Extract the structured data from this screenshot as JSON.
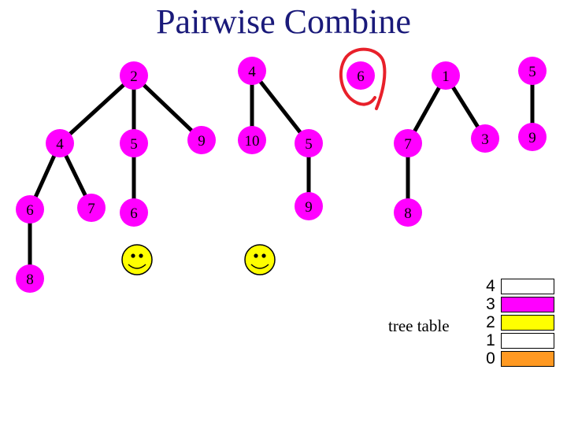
{
  "title": "Pairwise Combine",
  "colors": {
    "node": "#ff00ff",
    "edge": "#000000",
    "highlight": "#e8202a",
    "smiley": "#ffff00"
  },
  "nodes": [
    {
      "id": "t1-root",
      "label": "2"
    },
    {
      "id": "t1-a",
      "label": "4"
    },
    {
      "id": "t1-b",
      "label": "5"
    },
    {
      "id": "t1-c",
      "label": "9"
    },
    {
      "id": "t1-aa",
      "label": "6"
    },
    {
      "id": "t1-ab",
      "label": "7"
    },
    {
      "id": "t1-ba",
      "label": "6"
    },
    {
      "id": "t1-aaa",
      "label": "8"
    },
    {
      "id": "t2-root",
      "label": "4"
    },
    {
      "id": "t2-a",
      "label": "10"
    },
    {
      "id": "t2-b",
      "label": "5"
    },
    {
      "id": "t2-ba",
      "label": "9"
    },
    {
      "id": "t3-root",
      "label": "6"
    },
    {
      "id": "t4-root",
      "label": "1"
    },
    {
      "id": "t4-a",
      "label": "7"
    },
    {
      "id": "t4-b",
      "label": "3"
    },
    {
      "id": "t4-aa",
      "label": "8"
    },
    {
      "id": "t5-root",
      "label": "5"
    },
    {
      "id": "t5-a",
      "label": "9"
    }
  ],
  "tree_table": {
    "label": "tree table",
    "rows": [
      {
        "index": "4",
        "color": "#ffffff"
      },
      {
        "index": "3",
        "color": "#ff00ff"
      },
      {
        "index": "2",
        "color": "#ffff00"
      },
      {
        "index": "1",
        "color": "#ffffff"
      },
      {
        "index": "0",
        "color": "#ff9922"
      }
    ]
  }
}
